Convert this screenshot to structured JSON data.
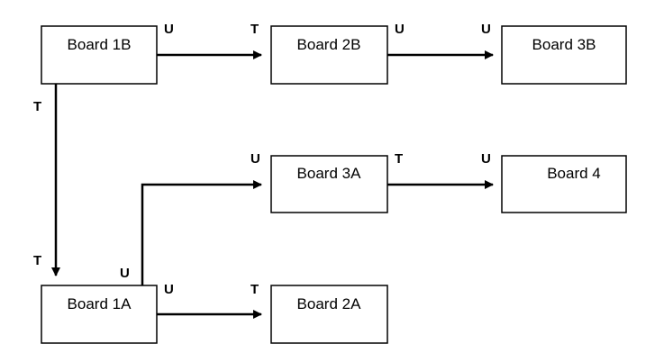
{
  "boards": {
    "b1b": "Board 1B",
    "b2b": "Board 2B",
    "b3b": "Board 3B",
    "b3a": "Board 3A",
    "b4": "Board 4",
    "b1a": "Board 1A",
    "b2a": "Board 2A"
  },
  "ports": {
    "b1b_u": "U",
    "b2b_t": "T",
    "b2b_u": "U",
    "b3b_u": "U",
    "b1b_t": "T",
    "b3a_u": "U",
    "b3a_t": "T",
    "b4_u": "U",
    "b1a_t": "T",
    "b1a_u_top": "U",
    "b1a_u_right": "U",
    "b2a_t": "T"
  },
  "colors": {
    "stroke": "#000000",
    "background": "#ffffff"
  }
}
